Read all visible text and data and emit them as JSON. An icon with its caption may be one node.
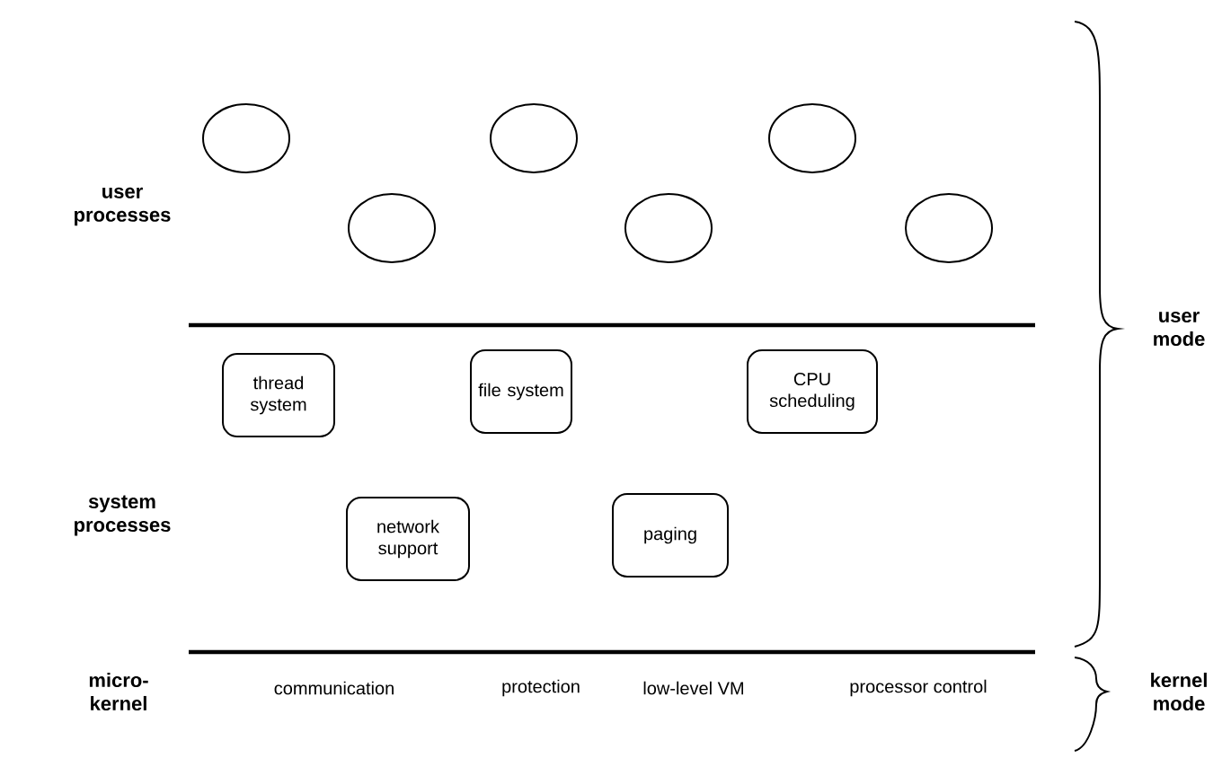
{
  "diagram": {
    "nodes": [
      {
        "text": [],
        "shape": "ellipse"
      },
      {
        "text": [],
        "shape": "ellipse"
      },
      {
        "text": [],
        "shape": "ellipse"
      },
      {
        "text": [],
        "shape": "ellipse"
      },
      {
        "text": [],
        "shape": "ellipse"
      },
      {
        "text": [],
        "shape": "ellipse"
      },
      {
        "text": [
          "thread system"
        ]
      },
      {
        "text": [
          "file system"
        ]
      },
      {
        "text": [
          "CPU scheduling"
        ]
      },
      {
        "text": [
          "network support"
        ]
      },
      {
        "text": [
          "paging"
        ]
      }
    ],
    "labels": [
      "user processes",
      "user mode",
      "system processes",
      "micro-kernel",
      "communication",
      "protection",
      "low-level VM",
      "processor control",
      "kernel mode"
    ]
  }
}
